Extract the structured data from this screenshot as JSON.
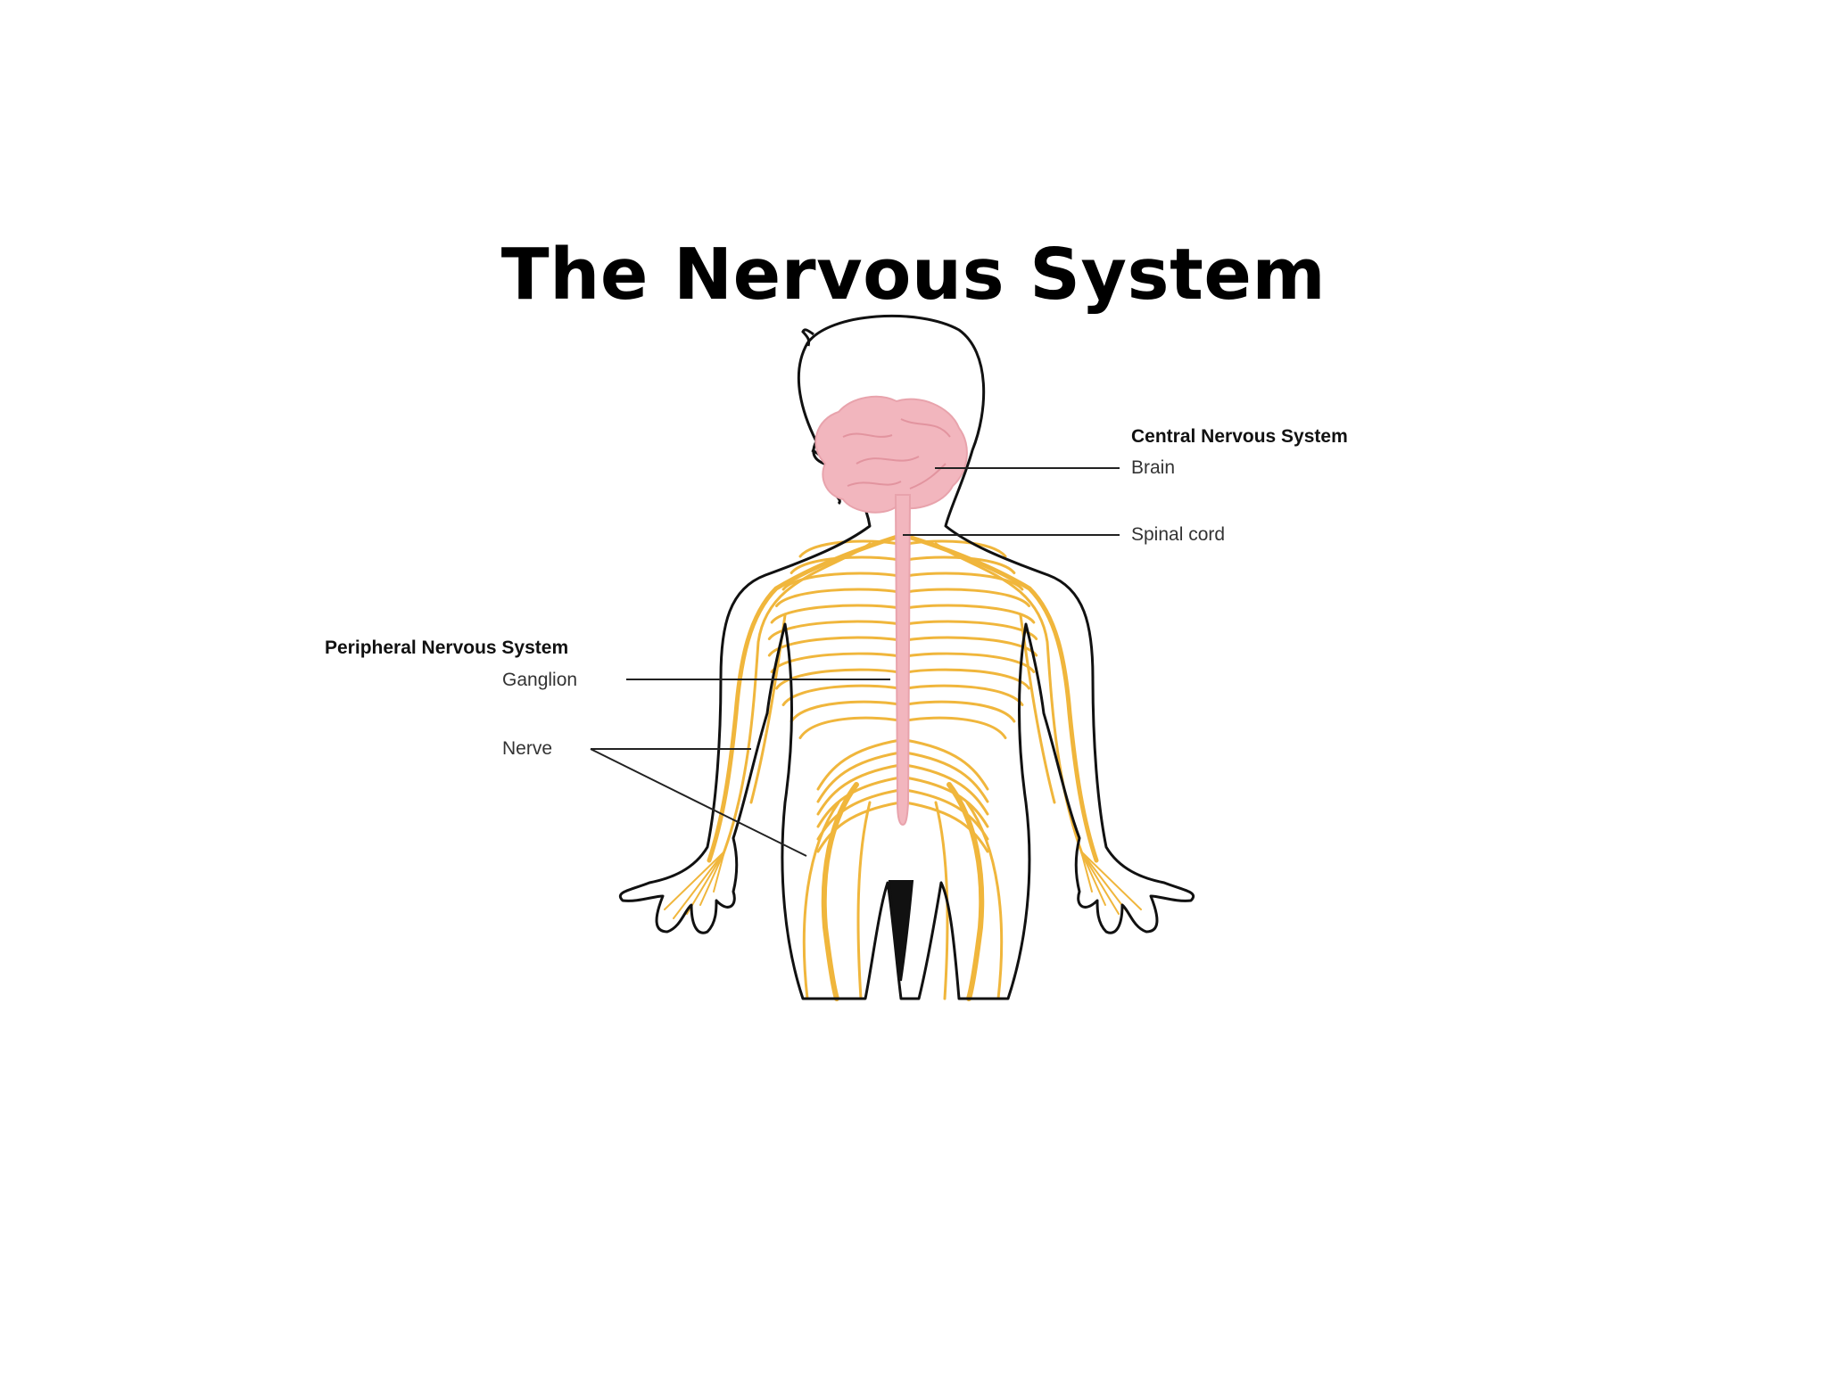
{
  "slide": {
    "title": "The Nervous System"
  },
  "diagram": {
    "central": {
      "heading": "Central Nervous System",
      "items": [
        "Brain",
        "Spinal cord"
      ]
    },
    "peripheral": {
      "heading": "Peripheral Nervous System",
      "items": [
        "Ganglion",
        "Nerve"
      ]
    },
    "colors": {
      "nerve": "#f0b63c",
      "brain": "#f2b6be",
      "spinal_cord": "#f2b6be",
      "body_outline": "#111111",
      "leader_line": "#222222"
    }
  }
}
